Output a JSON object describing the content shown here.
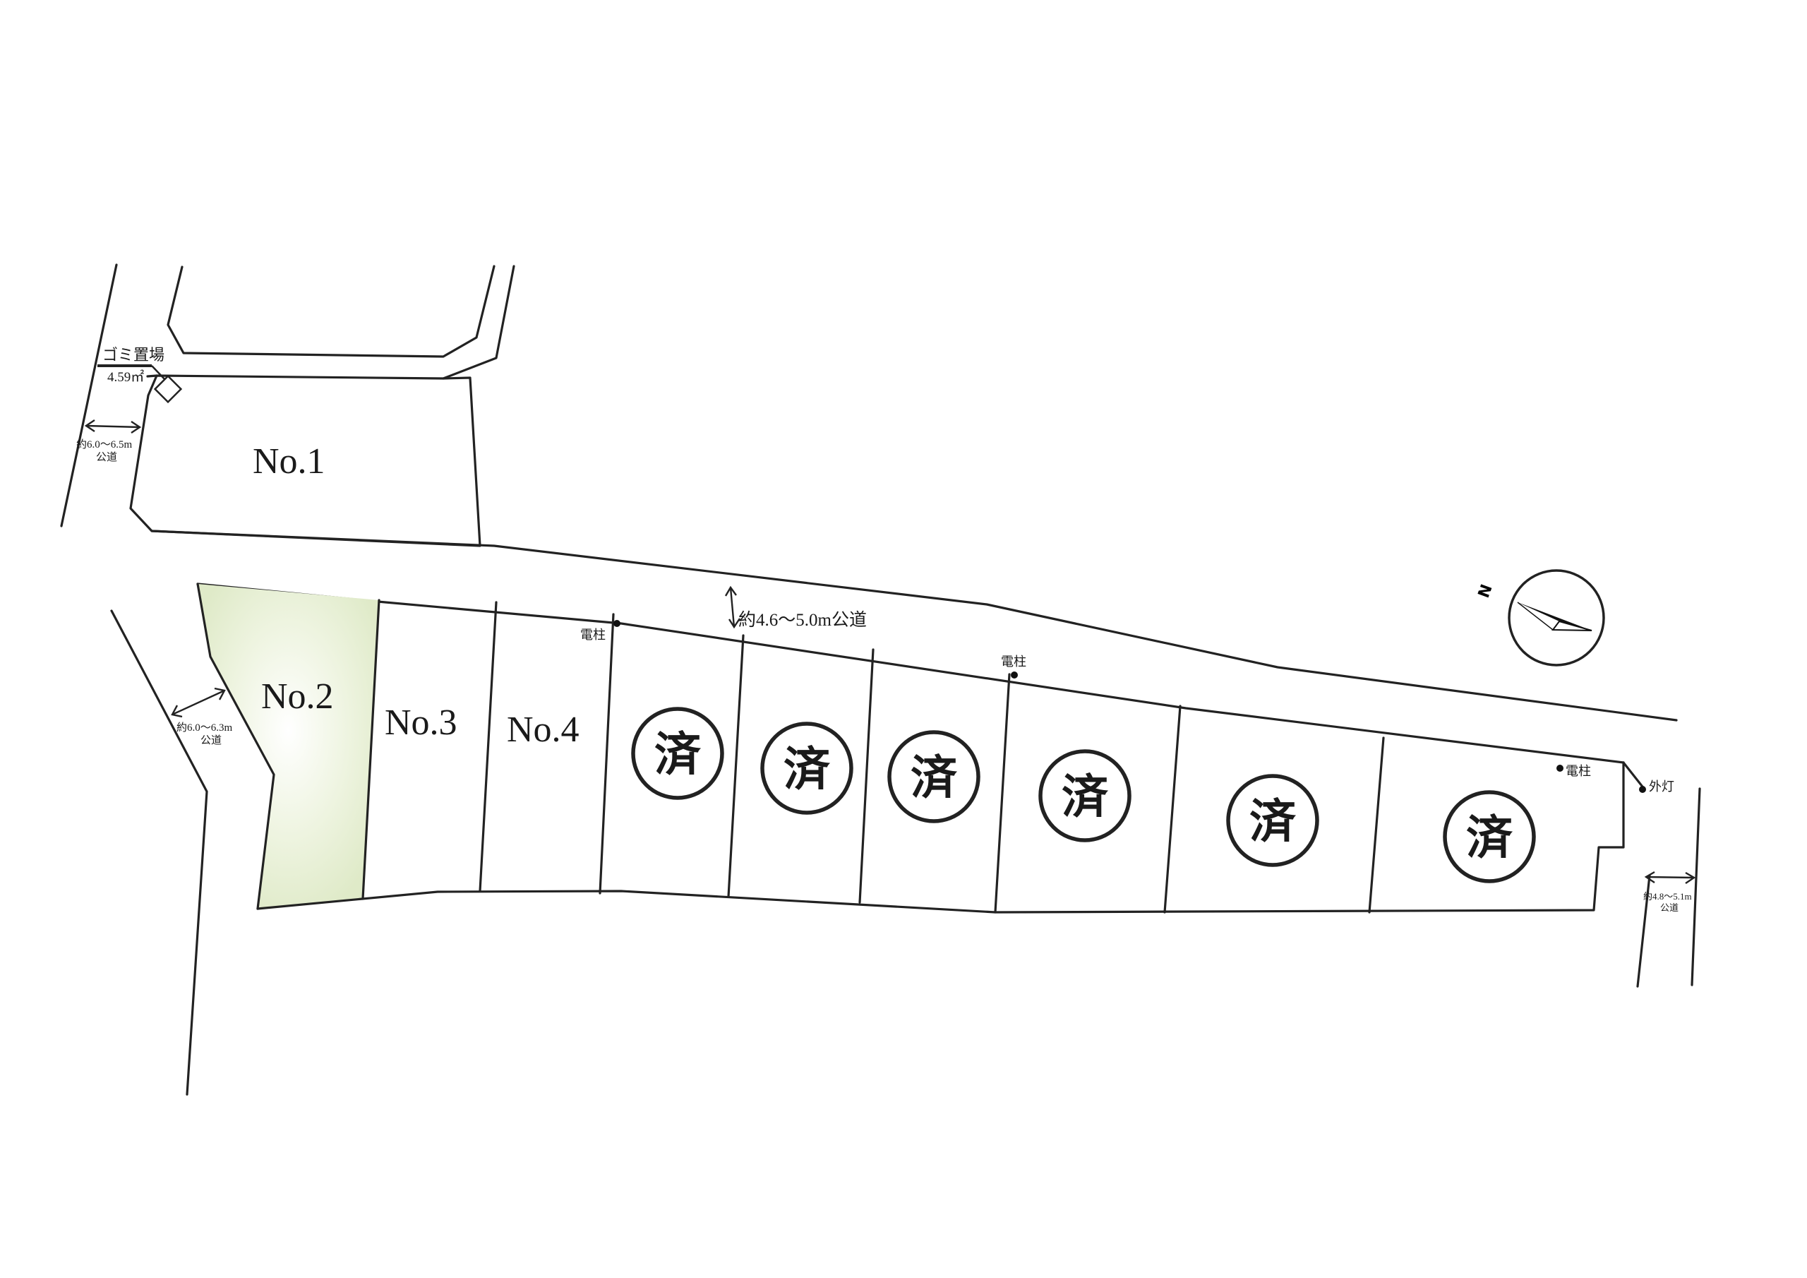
{
  "lots": [
    {
      "id": "no1",
      "label": "No.1",
      "status": "available"
    },
    {
      "id": "no2",
      "label": "No.2",
      "status": "highlighted"
    },
    {
      "id": "no3",
      "label": "No.3",
      "status": "available"
    },
    {
      "id": "no4",
      "label": "No.4",
      "status": "available"
    },
    {
      "id": "sold1",
      "label": "済",
      "status": "sold"
    },
    {
      "id": "sold2",
      "label": "済",
      "status": "sold"
    },
    {
      "id": "sold3",
      "label": "済",
      "status": "sold"
    },
    {
      "id": "sold4",
      "label": "済",
      "status": "sold"
    },
    {
      "id": "sold5",
      "label": "済",
      "status": "sold"
    },
    {
      "id": "sold6",
      "label": "済",
      "status": "sold"
    }
  ],
  "roads": {
    "main": "約4.6～5.0m公道",
    "west_upper": {
      "width": "約6.0～6.5m",
      "type": "公道"
    },
    "west_lower": {
      "width": "約6.0～6.3m",
      "type": "公道"
    },
    "east": {
      "width": "約4.8～5.1m",
      "type": "公道"
    }
  },
  "garbage_area": {
    "label": "ゴミ置場",
    "area": "4.59㎡"
  },
  "poles": {
    "pole1": "電柱",
    "pole2": "電柱",
    "pole3": "電柱",
    "street_light": "外灯"
  },
  "north_arrow": {
    "label": "N"
  },
  "colors": {
    "highlight": "#e2edcc",
    "line": "#222222",
    "background": "#ffffff"
  }
}
